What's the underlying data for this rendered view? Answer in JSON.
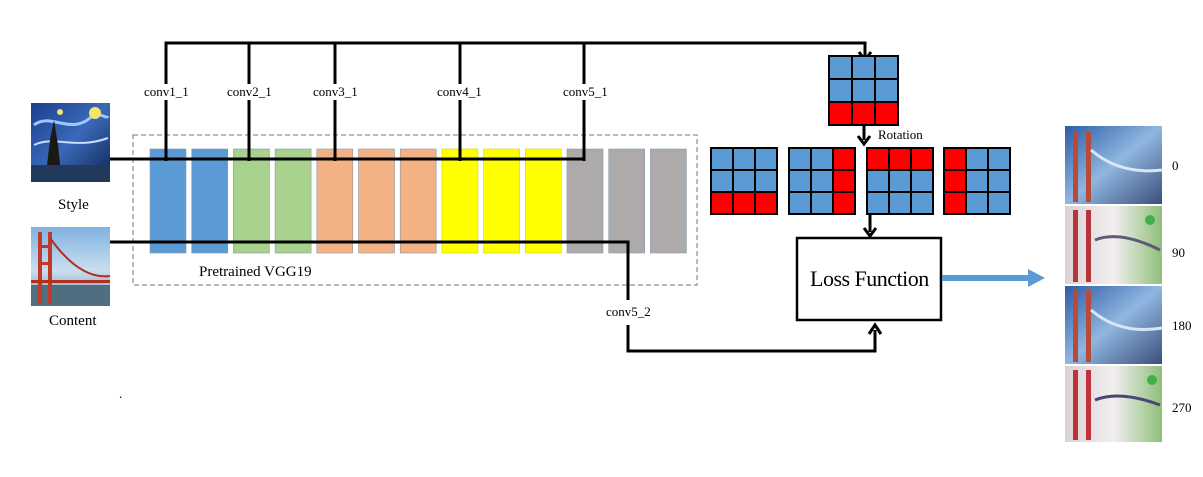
{
  "inputs": {
    "style_label": "Style",
    "content_label": "Content"
  },
  "network": {
    "label": "Pretrained VGG19",
    "layer_colors": [
      "#5b9bd5",
      "#5b9bd5",
      "#a9d18e",
      "#a9d18e",
      "#f4b183",
      "#f4b183",
      "#f4b183",
      "#ffff00",
      "#ffff00",
      "#ffff00",
      "#aeaaaa",
      "#aeaaaa",
      "#aeaaaa"
    ],
    "style_layers": [
      "conv1_1",
      "conv2_1",
      "conv3_1",
      "conv4_1",
      "conv5_1"
    ],
    "content_layer": "conv5_2"
  },
  "rotation": {
    "label": "Rotation",
    "grid_blue": "#5b9bd5",
    "grid_red": "#ff0000"
  },
  "loss": {
    "label": "Loss Function"
  },
  "outputs": {
    "angles": [
      "0",
      "90",
      "180",
      "270"
    ]
  },
  "stray_mark": "."
}
